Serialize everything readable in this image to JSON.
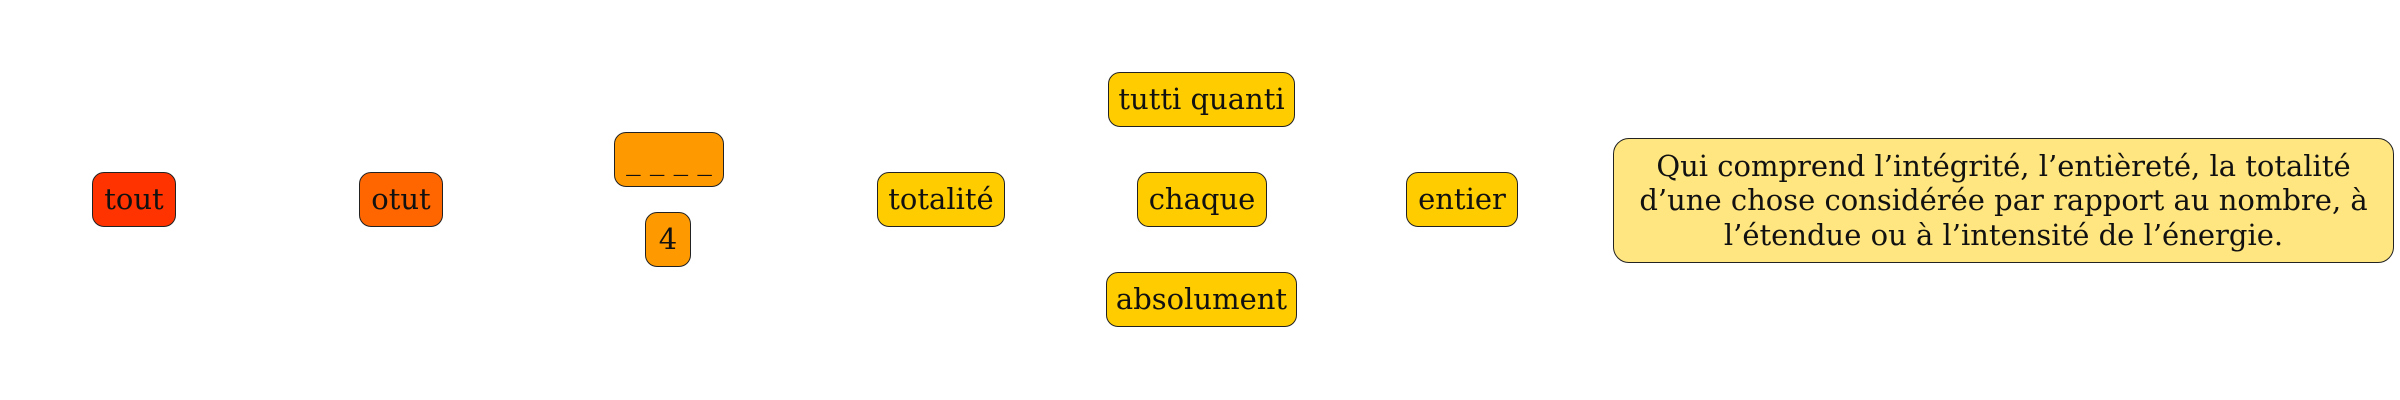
{
  "colors": {
    "red": "#ff3300",
    "orange_red": "#ff6600",
    "orange": "#ff9900",
    "gold": "#ffcc00",
    "pale_yellow": "#ffe680",
    "border": "#222222"
  },
  "nodes": [
    {
      "id": "n-tout",
      "label": "tout",
      "color": "#ff3300"
    },
    {
      "id": "n-otut",
      "label": "otut",
      "color": "#ff6600"
    },
    {
      "id": "n-blank",
      "label": "_ _ _ _",
      "color": "#ff9900"
    },
    {
      "id": "n-four",
      "label": "4",
      "color": "#ff9900"
    },
    {
      "id": "n-totalite",
      "label": "totalité",
      "color": "#ffcc00"
    },
    {
      "id": "n-tutti",
      "label": "tutti quanti",
      "color": "#ffcc00"
    },
    {
      "id": "n-chaque",
      "label": "chaque",
      "color": "#ffcc00"
    },
    {
      "id": "n-absolument",
      "label": "absolument",
      "color": "#ffcc00"
    },
    {
      "id": "n-entier",
      "label": "entier",
      "color": "#ffcc00"
    },
    {
      "id": "n-definition",
      "label": "Qui comprend l’intégrité, l’entièreté, la totalité d’une chose considérée par rapport au nombre, à l’étendue ou à l’intensité de l’énergie.",
      "color": "#ffe680"
    }
  ]
}
